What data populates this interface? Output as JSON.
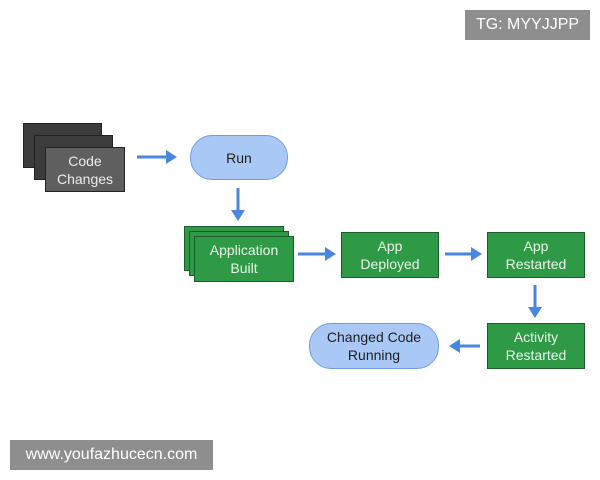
{
  "watermarks": {
    "top": "TG: MYYJJPP",
    "bottom": "www.youfazhucecn.com"
  },
  "nodes": {
    "code_changes": "Code\nChanges",
    "run": "Run",
    "application_built": "Application\nBuilt",
    "app_deployed": "App\nDeployed",
    "app_restarted": "App\nRestarted",
    "activity_restarted": "Activity\nRestarted",
    "changed_code_running": "Changed Code\nRunning"
  },
  "colors": {
    "arrow": "#4a86e0",
    "green": "#2f9a45",
    "pill": "#a9c8f5",
    "gray": "#5f5f5f"
  }
}
